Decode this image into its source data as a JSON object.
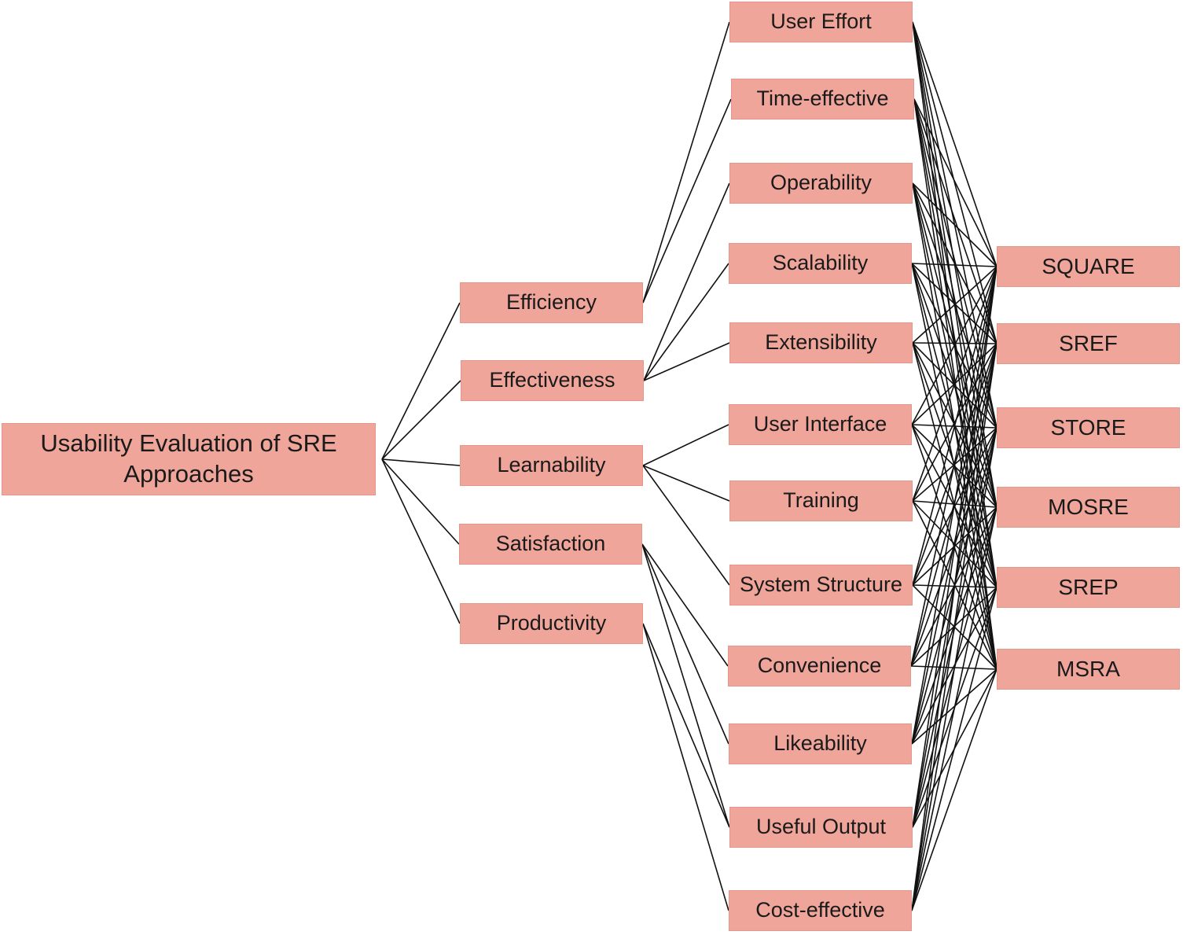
{
  "root": {
    "label": "Usability Evaluation of SRE Approaches"
  },
  "criteria": [
    {
      "id": "efficiency",
      "label": "Efficiency"
    },
    {
      "id": "effectiveness",
      "label": "Effectiveness"
    },
    {
      "id": "learnability",
      "label": "Learnability"
    },
    {
      "id": "satisfaction",
      "label": "Satisfaction"
    },
    {
      "id": "productivity",
      "label": "Productivity"
    }
  ],
  "subcriteria": [
    {
      "id": "user-effort",
      "label": "User Effort"
    },
    {
      "id": "time-effective",
      "label": "Time-effective"
    },
    {
      "id": "operability",
      "label": "Operability"
    },
    {
      "id": "scalability",
      "label": "Scalability"
    },
    {
      "id": "extensibility",
      "label": "Extensibility"
    },
    {
      "id": "user-interface",
      "label": "User Interface"
    },
    {
      "id": "training",
      "label": "Training"
    },
    {
      "id": "system-structure",
      "label": "System Structure"
    },
    {
      "id": "convenience",
      "label": "Convenience"
    },
    {
      "id": "likeability",
      "label": "Likeability"
    },
    {
      "id": "useful-output",
      "label": "Useful Output"
    },
    {
      "id": "cost-effective",
      "label": "Cost-effective"
    }
  ],
  "approaches": [
    {
      "id": "square",
      "label": "SQUARE"
    },
    {
      "id": "sref",
      "label": "SREF"
    },
    {
      "id": "store",
      "label": "STORE"
    },
    {
      "id": "mosre",
      "label": "MOSRE"
    },
    {
      "id": "srep",
      "label": "SREP"
    },
    {
      "id": "msra",
      "label": "MSRA"
    }
  ],
  "criterion_links": {
    "efficiency": [
      "user-effort",
      "time-effective"
    ],
    "effectiveness": [
      "operability",
      "scalability",
      "extensibility"
    ],
    "learnability": [
      "user-interface",
      "training",
      "system-structure"
    ],
    "satisfaction": [
      "convenience",
      "likeability",
      "useful-output"
    ],
    "productivity": [
      "useful-output",
      "cost-effective"
    ]
  },
  "subcriteria_to_approaches": "all",
  "colors": {
    "box_fill": "#f0a59a",
    "box_border": "#e6978b",
    "edge": "#111111",
    "text": "#1a1a1a"
  }
}
